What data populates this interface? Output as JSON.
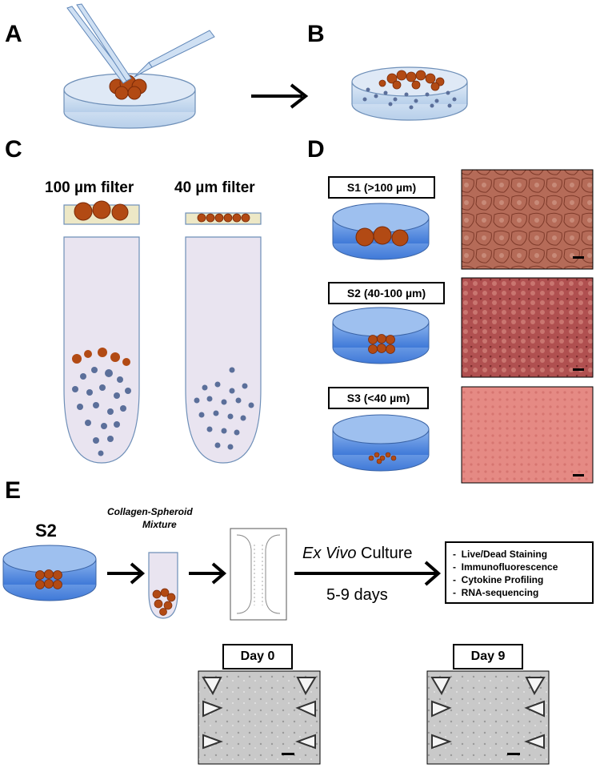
{
  "panels": {
    "A": "A",
    "B": "B",
    "C": "C",
    "D": "D",
    "E": "E"
  },
  "panel_c": {
    "filter_100": "100 µm filter",
    "filter_40": "40 µm filter"
  },
  "panel_d": {
    "s1": "S1 (>100 µm)",
    "s2": "S2 (40-100 µm)",
    "s3": "S3 (<40 µm)"
  },
  "panel_e": {
    "s2": "S2",
    "mixture_line1": "Collagen-Spheroid",
    "mixture_line2": "Mixture",
    "culture_italic": "Ex Vivo",
    "culture_rest": " Culture",
    "duration": "5-9 days",
    "outputs": [
      "Live/Dead Staining",
      "Immunofluorescence",
      "Cytokine Profiling",
      "RNA-sequencing"
    ],
    "day0": "Day 0",
    "day9": "Day 9"
  },
  "colors": {
    "dish_blue": "#5b8fdc",
    "tube_fill": "#e9e4f0",
    "spheroid": "#b24a14",
    "micrograph_s1": "#b06a55",
    "micrograph_s2": "#b35a55",
    "micrograph_s3": "#e58c86"
  }
}
